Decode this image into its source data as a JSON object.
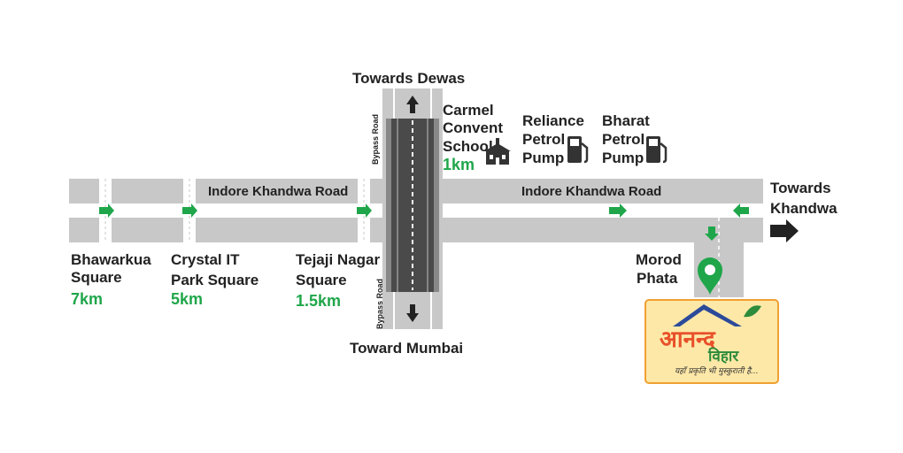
{
  "colors": {
    "road": "#c8c8c8",
    "bypass": "#4a4a4a",
    "bridge_edge": "#888888",
    "accent_green": "#1fa64a",
    "brand_orange": "#e8502a",
    "brand_green": "#2d8c3c",
    "brand_blue": "#2c4a9a",
    "sign_bg": "#fde8a8",
    "sign_border": "#f0a030"
  },
  "directions": {
    "north": "Towards Dewas",
    "south": "Toward  Mumbai",
    "east_line1": "Towards",
    "east_line2": "Khandwa"
  },
  "roads": {
    "main_left": "Indore Khandwa  Road",
    "main_right": "Indore Khandwa  Road",
    "bypass_top": "Bypass Road",
    "bypass_bottom": "Bypass Road"
  },
  "landmarks": {
    "bhawarkua": {
      "line1": "Bhawarkua",
      "line2": "Square",
      "distance": "7km"
    },
    "crystal": {
      "line1": "Crystal IT",
      "line2": "Park Square",
      "distance": "5km"
    },
    "tejaji": {
      "line1": "Tejaji Nagar",
      "line2": "Square",
      "distance": "1.5km"
    },
    "carmel": {
      "line1": "Carmel",
      "line2": "Convent",
      "line3": "School",
      "distance": "1km",
      "icon": "school-icon"
    },
    "reliance": {
      "line1": "Reliance",
      "line2": "Petrol",
      "line3": "Pump",
      "icon": "fuel-pump-icon"
    },
    "bharat": {
      "line1": "Bharat",
      "line2": "Petrol",
      "line3": "Pump",
      "icon": "fuel-pump-icon"
    },
    "morod": {
      "line1": "Morod",
      "line2": "Phata",
      "icon": "location-pin-icon"
    }
  },
  "brand": {
    "name": "आनन्द",
    "subname": "विहार",
    "tagline": "यहाँ प्रकृति भी मुस्कुराती है..."
  }
}
